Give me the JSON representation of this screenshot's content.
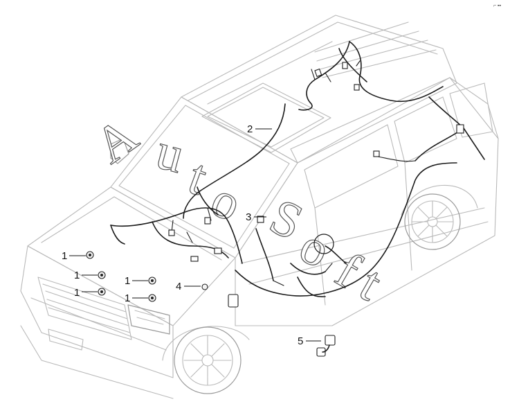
{
  "callouts": {
    "c1a": "1",
    "c1b": "1",
    "c1c": "1",
    "c1d": "1",
    "c1e": "1",
    "c2": "2",
    "c3": "3",
    "c4": "4",
    "c5": "5"
  },
  "watermark": {
    "w1": "A",
    "w2": "u",
    "w3": "t",
    "w4": "o",
    "w5": "S",
    "w6": "o",
    "w7": "f",
    "w8": "t"
  },
  "corner_mark": "⌐ ▪▪",
  "colors": {
    "line_art": "#b9b9b9",
    "wiring": "#1b1b1b",
    "callout_text": "#111111"
  }
}
